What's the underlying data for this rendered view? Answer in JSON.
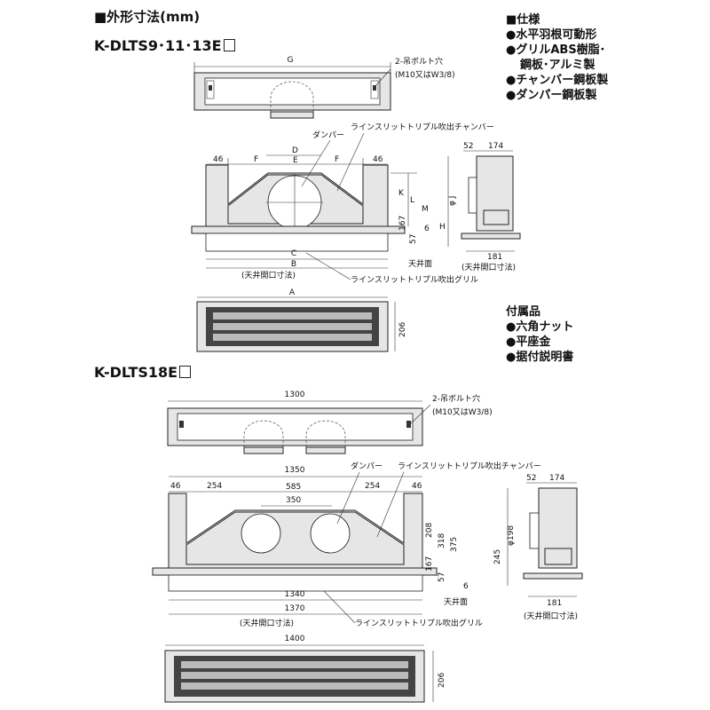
{
  "header": {
    "title": "■外形寸法(mm)",
    "model1": "K-DLTS9･11･13E",
    "model2": "K-DLTS18E"
  },
  "specs": {
    "title": "■仕様",
    "items": [
      "●水平羽根可動形",
      "●グリルABS樹脂･",
      "鋼板･アルミ製",
      "●チャンバー鋼板製",
      "●ダンパー鋼板製"
    ]
  },
  "accessories": {
    "title": "付属品",
    "items": [
      "●六角ナット",
      "●平座金",
      "●据付説明書"
    ]
  },
  "labels": {
    "bolt_hole": "2-吊ボルト穴",
    "bolt_spec": "(M10又はW3/8)",
    "damper": "ダンパー",
    "chamber": "ラインスリットトリプル吹出チャンバー",
    "grille": "ラインスリットトリプル吹出グリル",
    "ceiling": "天井面",
    "ceiling_opening": "(天井開口寸法)",
    "opening_side": "(天井開口寸法)"
  },
  "dims1": {
    "G": "G",
    "D": "D",
    "E": "E",
    "F1": "F",
    "F2": "F",
    "n46a": "46",
    "n46b": "46",
    "K": "K",
    "L": "L",
    "M": "M",
    "n167": "167",
    "n57": "57",
    "n6": "6",
    "C": "C",
    "B": "B",
    "A": "A",
    "n206": "206",
    "n52": "52",
    "n174": "174",
    "phiJ": "φ J",
    "H": "H",
    "n181": "181"
  },
  "dims2": {
    "n1300": "1300",
    "n1350": "1350",
    "n46a": "46",
    "n254a": "254",
    "n585": "585",
    "n254b": "254",
    "n46b": "46",
    "n350": "350",
    "n208": "208",
    "n318": "318",
    "n375": "375",
    "n167": "167",
    "n57": "57",
    "n6": "6",
    "n1340": "1340",
    "n1370": "1370",
    "n1400": "1400",
    "n206": "206",
    "n52": "52",
    "n174": "174",
    "phi198": "φ198",
    "n245": "245",
    "n181": "181"
  }
}
